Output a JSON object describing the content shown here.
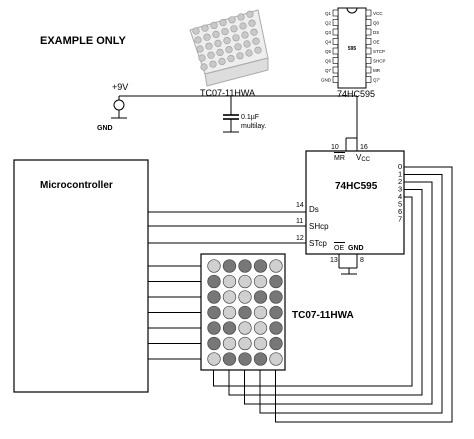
{
  "example_label": "EXAMPLE ONLY",
  "led_photo_caption": "TC07-11HWA",
  "ic_drawing_caption": "74HC595",
  "ic_drawing_center_text": "595",
  "ic_drawing_pins_left": [
    "Q1",
    "Q2",
    "Q3",
    "Q4",
    "Q5",
    "Q6",
    "Q7",
    "GND"
  ],
  "ic_drawing_pins_right": [
    "VCC",
    "Q0",
    "DS",
    "OE",
    "STCP",
    "SHCP",
    "MR",
    "Q7'"
  ],
  "supply_label": "+9V",
  "supply_gnd_label": "GND",
  "capacitor_value": "0.1µF",
  "capacitor_type": "multilay.",
  "microcontroller_label": "Microcontroller",
  "ic": {
    "name": "74HC595",
    "pin_mr_num": "10",
    "pin_mr_label": "MR",
    "pin_vcc_num": "16",
    "pin_vcc_label": "V",
    "pin_vcc_sub": "CC",
    "inputs": [
      {
        "num": "14",
        "label": "Ds"
      },
      {
        "num": "11",
        "label": "SHcp"
      },
      {
        "num": "12",
        "label": "STcp"
      }
    ],
    "outputs": [
      "0",
      "1",
      "2",
      "3",
      "4",
      "5",
      "6",
      "7"
    ],
    "pin_oe_label": "OE",
    "pin_gnd_label": "GND",
    "pin_oe_num": "13",
    "pin_gnd_num": "8"
  },
  "matrix_label": "TC07-11HWA",
  "matrix_lit": [
    [
      0,
      1,
      1,
      1,
      0
    ],
    [
      1,
      0,
      0,
      0,
      1
    ],
    [
      1,
      0,
      0,
      1,
      1
    ],
    [
      1,
      0,
      1,
      0,
      1
    ],
    [
      1,
      1,
      0,
      0,
      1
    ],
    [
      1,
      0,
      0,
      0,
      1
    ],
    [
      0,
      1,
      1,
      1,
      0
    ]
  ],
  "colors": {
    "led_lit": "#777777",
    "led_off": "#d0d0d0",
    "photo_led": "#c9c9c9"
  }
}
